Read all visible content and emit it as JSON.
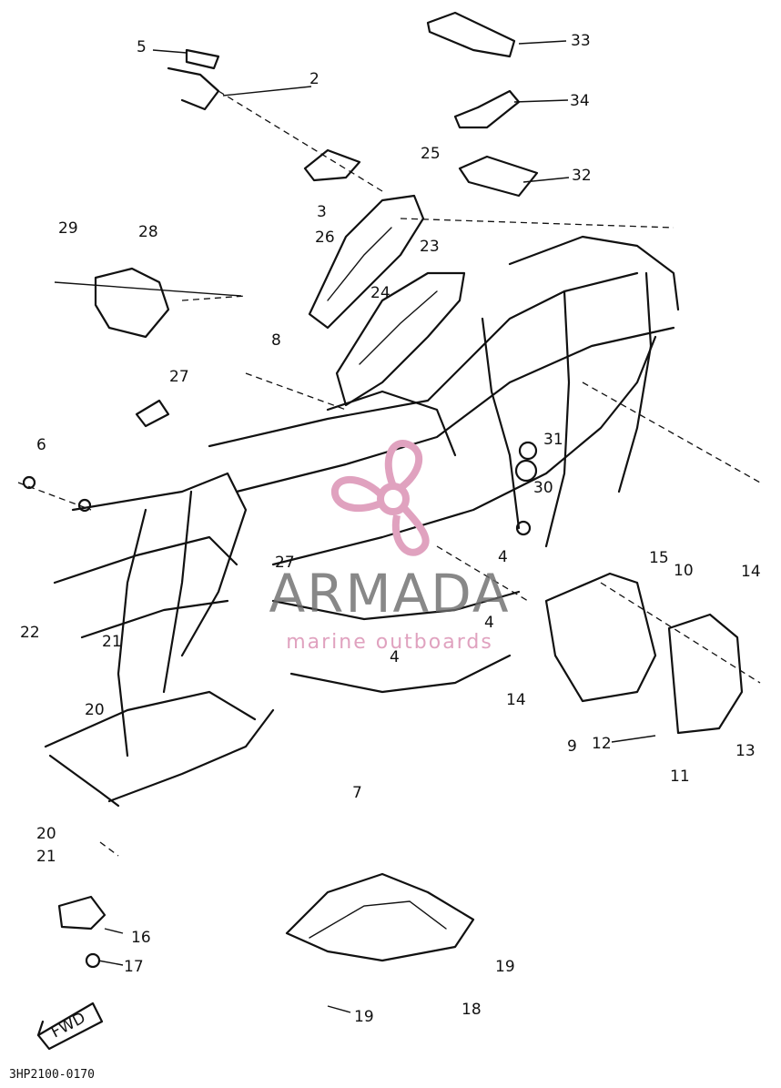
{
  "callouts": [
    "5",
    "2",
    "33",
    "34",
    "25",
    "32",
    "3",
    "26",
    "23",
    "29",
    "28",
    "24",
    "8",
    "27",
    "31",
    "6",
    "30",
    "27",
    "4",
    "15",
    "10",
    "14",
    "22",
    "21",
    "4",
    "4",
    "14",
    "20",
    "9",
    "12",
    "13",
    "11",
    "7",
    "20",
    "21",
    "16",
    "17",
    "19",
    "19",
    "18"
  ],
  "fwd_label": "FWD",
  "diagram_code": "3HP2100-0170",
  "watermark": {
    "brand": "ARMADA",
    "tagline": "marine outboards",
    "color": "#e0a2bf"
  }
}
